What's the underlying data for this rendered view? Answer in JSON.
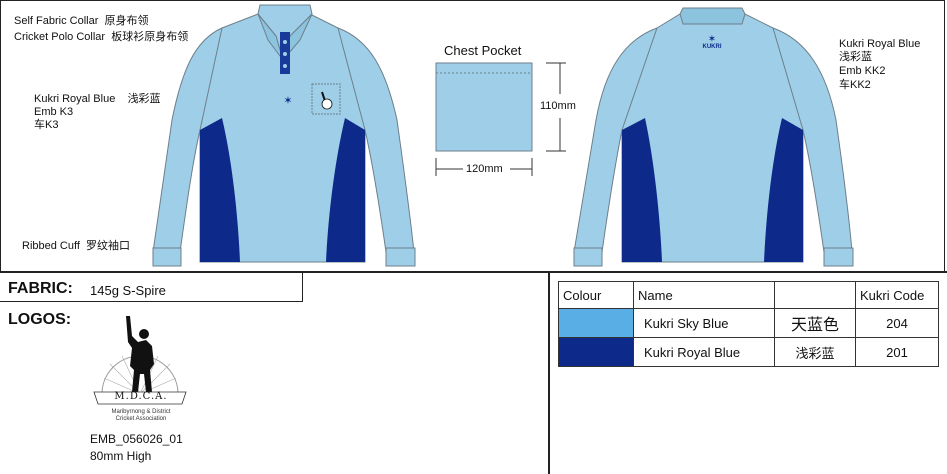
{
  "annotations": {
    "collar_en": "Self Fabric Collar",
    "collar_cn": "原身布领",
    "polo_collar_en": "Cricket Polo Collar",
    "polo_collar_cn": "板球衫原身布领",
    "front_emb_en": "Kukri Royal Blue",
    "front_emb_cn": "浅彩蓝",
    "front_emb_code": "Emb K3",
    "front_emb_code_cn": "车K3",
    "cuff_en": "Ribbed Cuff",
    "cuff_cn": "罗纹袖口",
    "back_emb_en": "Kukri Royal Blue",
    "back_emb_cn": "浅彩蓝",
    "back_emb_code": "Emb KK2",
    "back_emb_code_cn": "车KK2",
    "back_logo_text": "KUKRI"
  },
  "pocket": {
    "title": "Chest Pocket",
    "height_label": "110mm",
    "width_label": "120mm"
  },
  "fabric": {
    "label": "FABRIC:",
    "value": "145g S-Spire"
  },
  "logos": {
    "label": "LOGOS:",
    "badge_text": "M.D.C.A.",
    "badge_subtext_1": "Maribyrnong & District",
    "badge_subtext_2": "Cricket Association",
    "code": "EMB_056026_01",
    "size": "80mm High"
  },
  "colour_table": {
    "headers": [
      "Colour",
      "Name",
      "",
      "Kukri Code"
    ],
    "rows": [
      {
        "swatch": "#5aaee6",
        "name": "Kukri Sky Blue",
        "cn": "天蓝色",
        "code": "204"
      },
      {
        "swatch": "#0d2a8a",
        "name": "Kukri Royal Blue",
        "cn": "浅彩蓝",
        "code": "201"
      }
    ]
  },
  "colors": {
    "sky": "#9fcfe8",
    "royal": "#0d2a8a",
    "outline": "#6d7f8a"
  }
}
